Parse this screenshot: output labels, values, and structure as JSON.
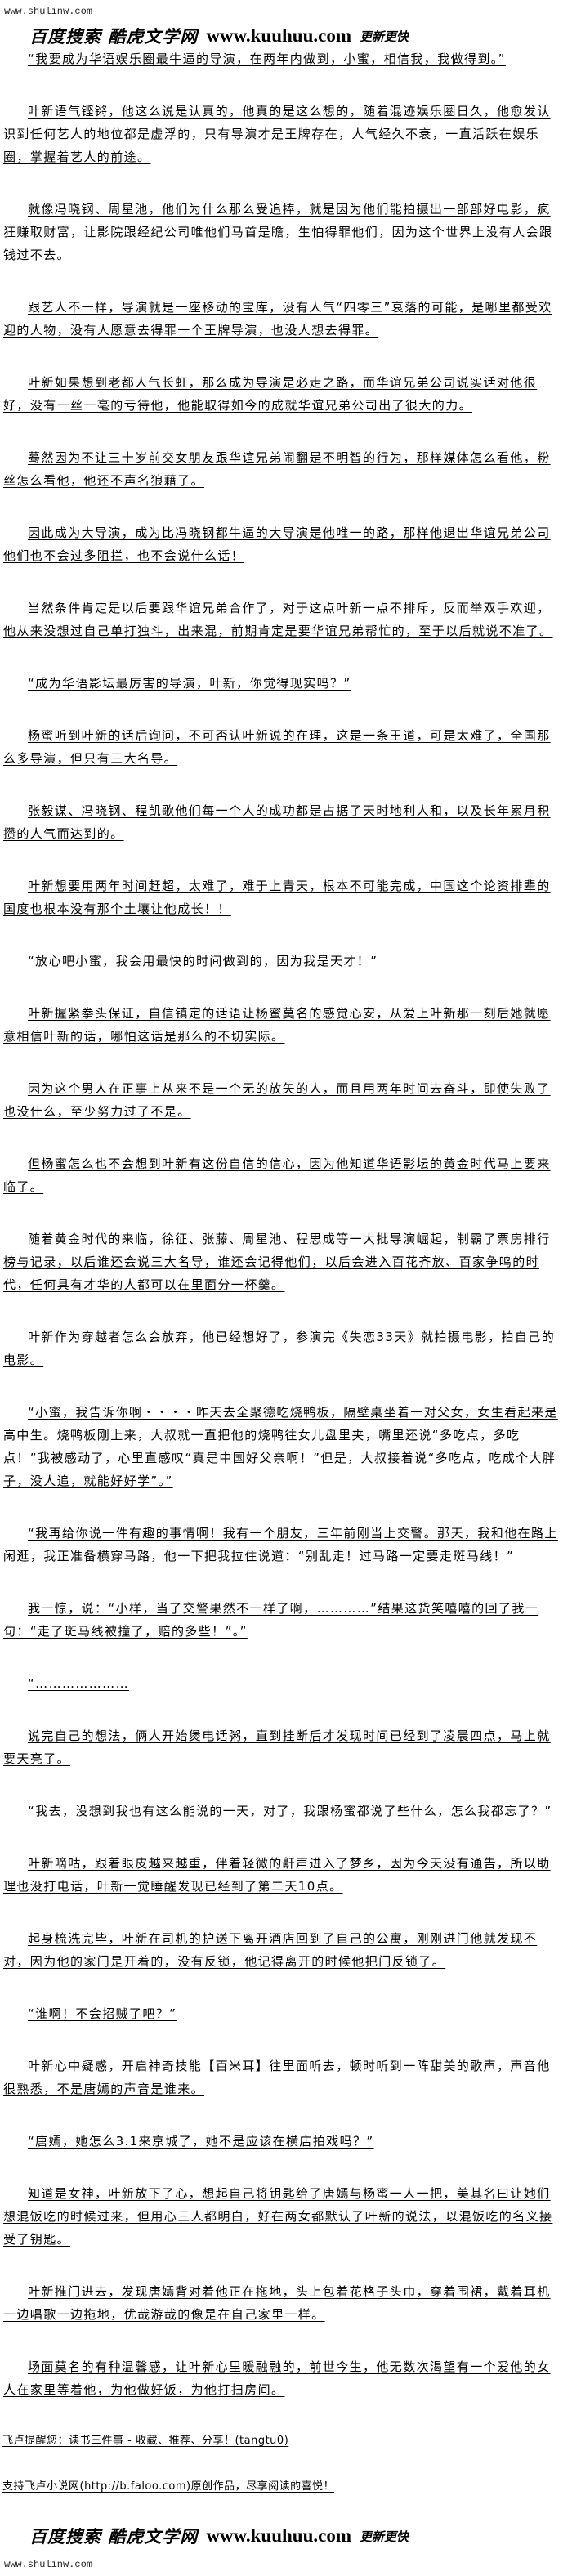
{
  "site_url": "www.shulinw.com",
  "banner": {
    "name": "百度搜索 酷虎文学网",
    "url": "www.kuuhuu.com",
    "slogan": "更新更快"
  },
  "paragraphs": [
    "“我要成为华语娱乐圈最牛逼的导演，在两年内做到，小蜜，相信我，我做得到。”",
    "叶新语气铿锵，他这么说是认真的，他真的是这么想的，随着混迹娱乐圈日久，他愈发认识到任何艺人的地位都是虚浮的，只有导演才是王牌存在，人气经久不衰，一直活跃在娱乐圈，掌握着艺人的前途。",
    "就像冯晓钢、周星池，他们为什么那么受追捧，就是因为他们能拍摄出一部部好电影，疯狂赚取财富，让影院跟经纪公司唯他们马首是瞻，生怕得罪他们，因为这个世界上没有人会跟钱过不去。",
    "跟艺人不一样，导演就是一座移动的宝库，没有人气“四零三”衰落的可能，是哪里都受欢迎的人物，没有人愿意去得罪一个王牌导演，也没人想去得罪。",
    "叶新如果想到老都人气长虹，那么成为导演是必走之路，而华谊兄弟公司说实话对他很好，没有一丝一毫的亏待他，他能取得如今的成就华谊兄弟公司出了很大的力。",
    "蓦然因为不让三十岁前交女朋友跟华谊兄弟闹翻是不明智的行为，那样媒体怎么看他，粉丝怎么看他，他还不声名狼藉了。",
    "因此成为大导演，成为比冯晓钢都牛逼的大导演是他唯一的路，那样他退出华谊兄弟公司他们也不会过多阻拦，也不会说什么话！",
    "当然条件肯定是以后要跟华谊兄弟合作了，对于这点叶新一点不排斥，反而举双手欢迎，他从来没想过自己单打独斗，出来混，前期肯定是要华谊兄弟帮忙的，至于以后就说不准了。",
    "“成为华语影坛最厉害的导演，叶新，你觉得现实吗？”",
    "杨蜜听到叶新的话后询问，不可否认叶新说的在理，这是一条王道，可是太难了，全国那么多导演，但只有三大名导。",
    "张毅谋、冯晓钢、程凯歌他们每一个人的成功都是占据了天时地利人和，以及长年累月积攒的人气而达到的。",
    "叶新想要用两年时间赶超，太难了，难于上青天，根本不可能完成，中国这个论资排辈的国度也根本没有那个土壤让他成长！！",
    "“放心吧小蜜，我会用最快的时间做到的，因为我是天才！”",
    "叶新握紧拳头保证，自信镇定的话语让杨蜜莫名的感觉心安，从爱上叶新那一刻后她就愿意相信叶新的话，哪怕这话是那么的不切实际。",
    "因为这个男人在正事上从来不是一个无的放矢的人，而且用两年时间去奋斗，即使失败了也没什么，至少努力过了不是。",
    "但杨蜜怎么也不会想到叶新有这份自信的信心，因为他知道华语影坛的黄金时代马上要来临了。",
    "随着黄金时代的来临，徐征、张藤、周星池、程思成等一大批导演崛起，制霸了票房排行榜与记录，以后谁还会说三大名导，谁还会记得他们，以后会进入百花齐放、百家争鸣的时代，任何具有才华的人都可以在里面分一杯羹。",
    "叶新作为穿越者怎么会放弃，他已经想好了，参演完《失恋33天》就拍摄电影，拍自己的电影。",
    "“小蜜，我告诉你啊・・・・昨天去全聚德吃烧鸭板，隔壁桌坐着一对父女，女生看起来是高中生。烧鸭板刚上来，大叔就一直把他的烧鸭往女儿盘里夹，嘴里还说“多吃点，多吃点！”我被感动了，心里直感叹“真是中国好父亲啊！”但是，大叔接着说“多吃点，吃成个大胖子，没人追，就能好好学”。”",
    "“我再给你说一件有趣的事情啊！我有一个朋友，三年前刚当上交警。那天，我和他在路上闲逛，我正准备横穿马路，他一下把我拉住说道：“别乱走！过马路一定要走斑马线！”",
    "我一惊，说：“小样，当了交警果然不一样了啊，…………”结果这货笑嘻嘻的回了我一句：“走了斑马线被撞了，赔的多些！”。”",
    "“…………………",
    "说完自己的想法，俩人开始煲电话粥，直到挂断后才发现时间已经到了凌晨四点，马上就要天亮了。",
    "“我去，没想到我也有这么能说的一天，对了，我跟杨蜜都说了些什么，怎么我都忘了？”",
    "叶新嘀咕，跟着眼皮越来越重，伴着轻微的鼾声进入了梦乡，因为今天没有通告，所以助理也没打电话，叶新一觉睡醒发现已经到了第二天10点。",
    "起身梳洗完毕，叶新在司机的护送下离开酒店回到了自己的公寓，刚刚进门他就发现不对，因为他的家门是开着的，没有反锁，他记得离开的时候他把门反锁了。",
    "“谁啊！不会招贼了吧？”",
    "叶新心中疑惑，开启神奇技能【百米耳】往里面听去，顿时听到一阵甜美的歌声，声音他很熟悉，不是唐嫣的声音是谁来。",
    "“唐嫣，她怎么3.1来京城了，她不是应该在横店拍戏吗？”",
    "知道是女神，叶新放下了心，想起自己将钥匙给了唐嫣与杨蜜一人一把，美其名曰让她们想混饭吃的时候过来，但用心三人都明白，好在两女都默认了叶新的说法，以混饭吃的名义接受了钥匙。",
    "叶新推门进去，发现唐嫣背对着他正在拖地，头上包着花格子头巾，穿着围裙，戴着耳机一边唱歌一边拖地，优哉游哉的像是在自己家里一样。",
    "场面莫名的有种温馨感，让叶新心里暖融融的，前世今生，他无数次渴望有一个爱他的女人在家里等着他，为他做好饭，为他打扫房间。"
  ],
  "footer": {
    "reminder": "飞卢提醒您：读书三件事 - 收藏、推荐、分享！(tangtu0)",
    "support": "支持飞卢小说网(http://b.faloo.com)原创作品，尽享阅读的喜悦！"
  }
}
